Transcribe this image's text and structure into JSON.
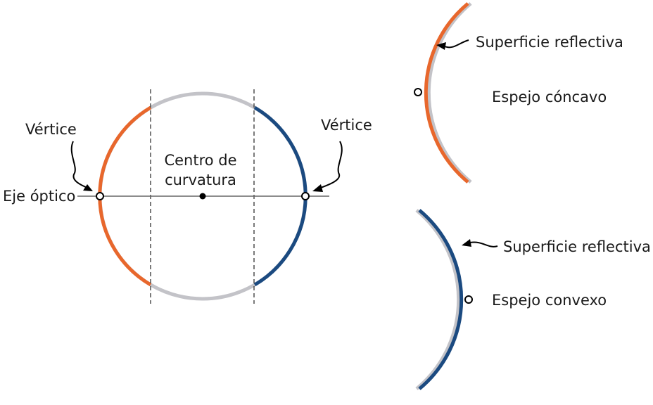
{
  "labels": {
    "vertex_left": "Vértice",
    "vertex_right": "Vértice",
    "optical_axis": "Eje óptico",
    "center_line1": "Centro de",
    "center_line2": "curvatura",
    "reflective_surface_top": "Superficie reflectiva",
    "concave_mirror": "Espejo cóncavo",
    "reflective_surface_bottom": "Superficie reflectiva",
    "convex_mirror": "Espejo convexo"
  },
  "colors": {
    "concave": "#e8672c",
    "convex": "#1b4a80",
    "sphere": "#c3c3c8",
    "axis": "#666666",
    "text": "#1a1a1a"
  }
}
